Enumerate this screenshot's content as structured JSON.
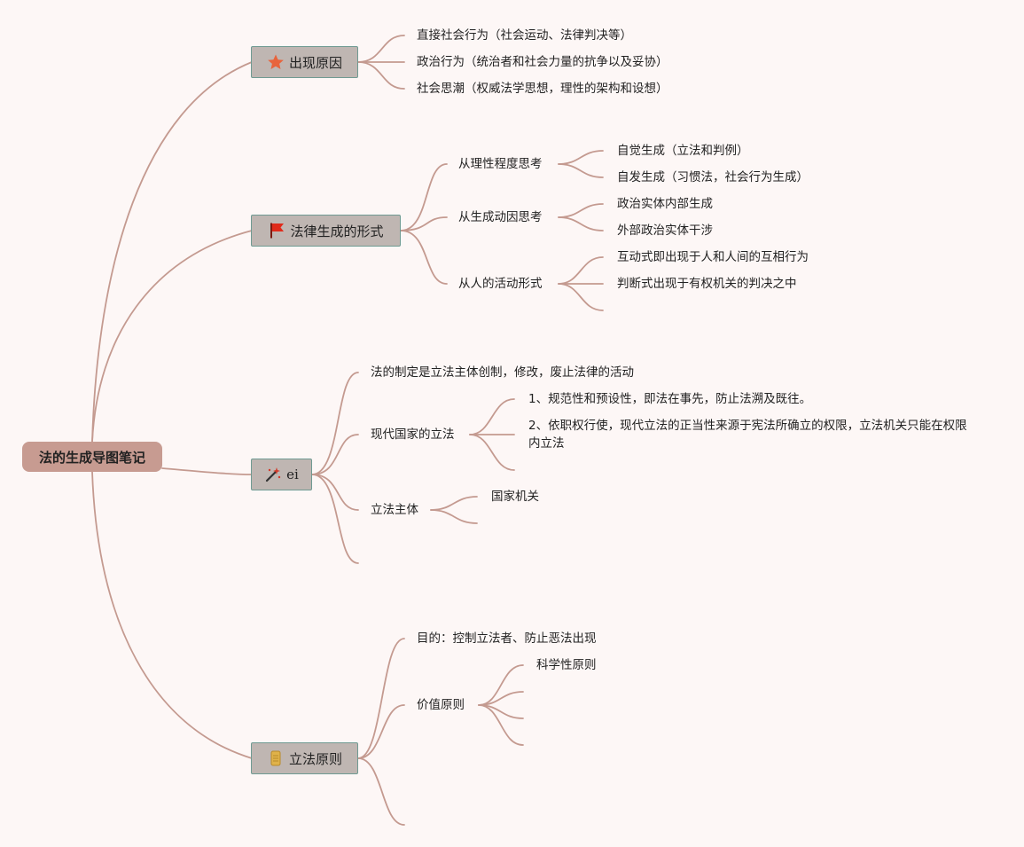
{
  "root": {
    "label": "法的生成导图笔记"
  },
  "topics": {
    "reasons": {
      "label": "出现原因",
      "icon": "star-icon",
      "color": "#e8643c"
    },
    "forms": {
      "label": "法律生成的形式",
      "icon": "red-flag-icon",
      "color": "#e02a1a"
    },
    "ei": {
      "label": "ei",
      "icon": "magic-wand-icon",
      "color": "#d23a2a"
    },
    "principles": {
      "label": "立法原则",
      "icon": "gold-ingot-icon",
      "color": "#e0b24a"
    }
  },
  "reasons": {
    "items": [
      "直接社会行为（社会运动、法律判决等）",
      "政治行为（统治者和社会力量的抗争以及妥协）",
      "社会思潮（权威法学思想，理性的架构和设想）"
    ]
  },
  "forms": {
    "rational": {
      "label": "从理性程度思考",
      "items": [
        "自觉生成（立法和判例）",
        "自发生成（习惯法，社会行为生成）"
      ]
    },
    "cause": {
      "label": "从生成动因思考",
      "items": [
        "政治实体内部生成",
        "外部政治实体干涉"
      ]
    },
    "activity": {
      "label": "从人的活动形式",
      "items": [
        "互动式即出现于人和人间的互相行为",
        "判断式出现于有权机关的判决之中",
        ""
      ]
    }
  },
  "ei": {
    "definition": "法的制定是立法主体创制，修改，废止法律的活动",
    "modern": {
      "label": "现代国家的立法",
      "items": [
        "1、规范性和预设性，即法在事先，防止法溯及既往。",
        "2、依职权行使，现代立法的正当性来源于宪法所确立的权限，立法机关只能在权限内立法",
        ""
      ]
    },
    "subject": {
      "label": "立法主体",
      "items": [
        "国家机关",
        ""
      ]
    },
    "empty": ""
  },
  "principles": {
    "purpose": "目的：控制立法者、防止恶法出现",
    "value": {
      "label": "价值原则",
      "items": [
        "科学性原则",
        "",
        "",
        ""
      ]
    },
    "empty": ""
  }
}
